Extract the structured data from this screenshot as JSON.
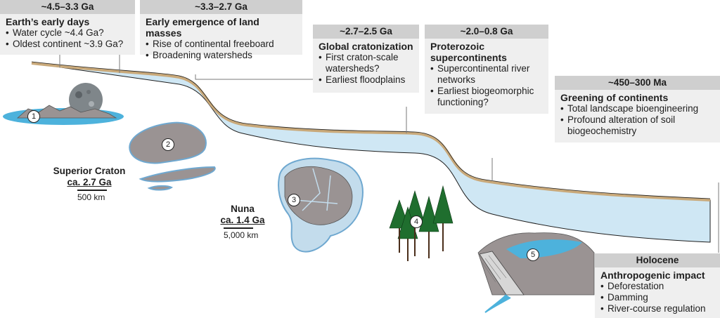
{
  "boxes": [
    {
      "period": "~4.5–3.3 Ga",
      "title": "Earth’s early days",
      "items": [
        "Water cycle ~4.4 Ga?",
        "Oldest continent ~3.9 Ga?"
      ]
    },
    {
      "period": "~3.3–2.7 Ga",
      "title": "Early emergence of land masses",
      "items": [
        "Rise of continental freeboard",
        "Broadening watersheds"
      ]
    },
    {
      "period": "~2.7–2.5 Ga",
      "title": "Global cratonization",
      "items": [
        "First craton-scale watersheds?",
        "Earliest floodplains"
      ]
    },
    {
      "period": "~2.0–0.8 Ga",
      "title": "Proterozoic supercontinents",
      "items": [
        "Supercontinental river networks",
        "Earliest biogeomorphic functioning?"
      ]
    },
    {
      "period": "~450–300 Ma",
      "title": "Greening of continents",
      "items": [
        "Total landscape bioengineering",
        "Profound alteration of soil biogeochemistry"
      ]
    },
    {
      "period": "Holocene",
      "title": "Anthropogenic impact",
      "items": [
        "Deforestation",
        "Damming",
        "River-course regulation"
      ]
    }
  ],
  "craton_labels": [
    {
      "name": "Superior Craton",
      "age": "ca. 2.7 Ga",
      "scale": "500 km"
    },
    {
      "name": "Nuna",
      "age": "ca. 1.4 Ga",
      "scale": "5,000 km"
    }
  ],
  "markers": [
    "1",
    "2",
    "3",
    "4",
    "5"
  ],
  "colors": {
    "river": "#cfe7f4",
    "bank": "#c9a97a",
    "rock": "#9a9393",
    "header": "#cfcfcf",
    "panel": "#efefef",
    "water": "#4db2dc",
    "forest": "#1f6e2e"
  }
}
